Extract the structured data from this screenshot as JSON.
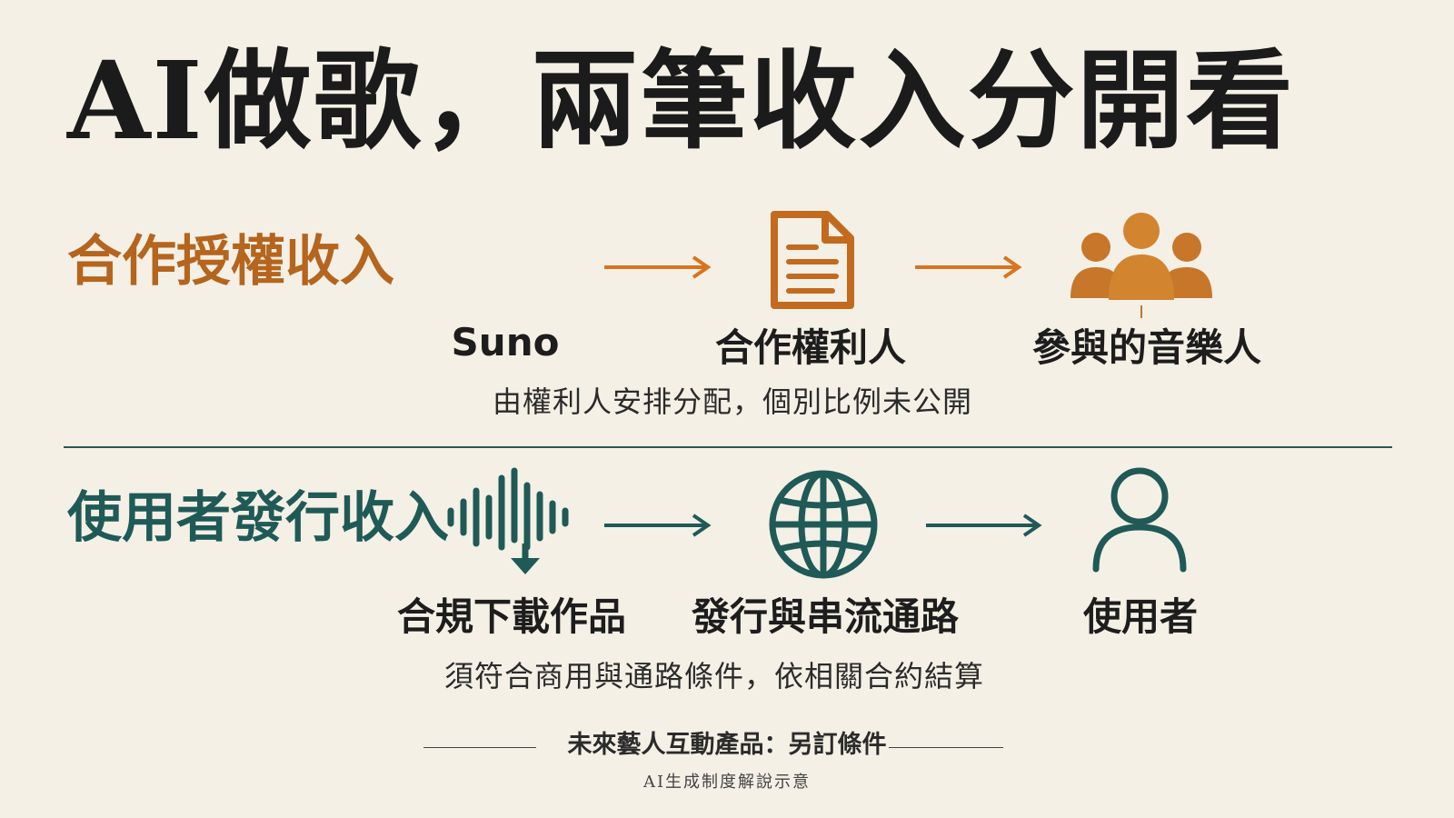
{
  "title": "AI做歌，兩筆收入分開看",
  "colors": {
    "accent_orange": "#c06a1c",
    "accent_teal": "#1f5a57",
    "background": "#f4f0e6"
  },
  "section1": {
    "title": "合作授權收入",
    "steps": [
      {
        "label": "Suno",
        "icon": "sound-wave-icon"
      },
      {
        "label": "合作權利人",
        "icon": "document-icon"
      },
      {
        "label": "參與的音樂人",
        "icon": "people-group-icon"
      }
    ],
    "note": "由權利人安排分配，個別比例未公開"
  },
  "section2": {
    "title": "使用者發行收入",
    "steps": [
      {
        "label": "合規下載作品",
        "icon": "download-wave-icon"
      },
      {
        "label": "發行與串流通路",
        "icon": "globe-icon"
      },
      {
        "label": "使用者",
        "icon": "user-icon"
      }
    ],
    "note": "須符合商用與通路條件，依相關合約結算"
  },
  "footer": {
    "text": "未來藝人互動產品：另訂條件",
    "caption": "AI生成制度解說示意"
  }
}
